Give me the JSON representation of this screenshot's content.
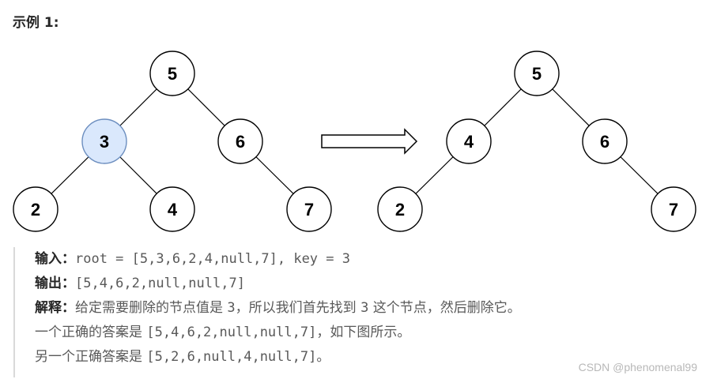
{
  "example_title": "示例 1:",
  "tree_before": {
    "nodes": [
      {
        "id": "b5",
        "label": "5",
        "highlight": false
      },
      {
        "id": "b3",
        "label": "3",
        "highlight": true
      },
      {
        "id": "b6",
        "label": "6",
        "highlight": false
      },
      {
        "id": "b2",
        "label": "2",
        "highlight": false
      },
      {
        "id": "b4",
        "label": "4",
        "highlight": false
      },
      {
        "id": "b7",
        "label": "7",
        "highlight": false
      }
    ],
    "edges": [
      [
        "b5",
        "b3"
      ],
      [
        "b5",
        "b6"
      ],
      [
        "b3",
        "b2"
      ],
      [
        "b3",
        "b4"
      ],
      [
        "b6",
        "b7"
      ]
    ]
  },
  "tree_after": {
    "nodes": [
      {
        "id": "a5",
        "label": "5",
        "highlight": false
      },
      {
        "id": "a4",
        "label": "4",
        "highlight": false
      },
      {
        "id": "a6",
        "label": "6",
        "highlight": false
      },
      {
        "id": "a2",
        "label": "2",
        "highlight": false
      },
      {
        "id": "a7",
        "label": "7",
        "highlight": false
      }
    ],
    "edges": [
      [
        "a5",
        "a4"
      ],
      [
        "a5",
        "a6"
      ],
      [
        "a4",
        "a2"
      ],
      [
        "a6",
        "a7"
      ]
    ]
  },
  "colors": {
    "node_fill": "#ffffff",
    "node_stroke": "#000000",
    "highlight_fill": "#dae8fc",
    "highlight_stroke": "#6c8ebf",
    "edge": "#000000"
  },
  "explanation": {
    "input_label": "输入：",
    "input_value": "root = [5,3,6,2,4,null,7], key = 3",
    "output_label": "输出：",
    "output_value": "[5,4,6,2,null,null,7]",
    "explain_label": "解释：",
    "explain_text_a": "给定需要删除的节点值是 ",
    "explain_key": "3",
    "explain_text_b": "，所以我们首先找到 ",
    "explain_key2": "3",
    "explain_text_c": " 这个节点，然后删除它。",
    "line4_text_a": "一个正确的答案是 ",
    "line4_value": "[5,4,6,2,null,null,7]",
    "line4_text_b": "，如下图所示。",
    "line5_text_a": "另一个正确答案是 ",
    "line5_value": "[5,2,6,null,4,null,7]",
    "line5_text_b": "。"
  },
  "watermark": "CSDN @phenomenal99"
}
